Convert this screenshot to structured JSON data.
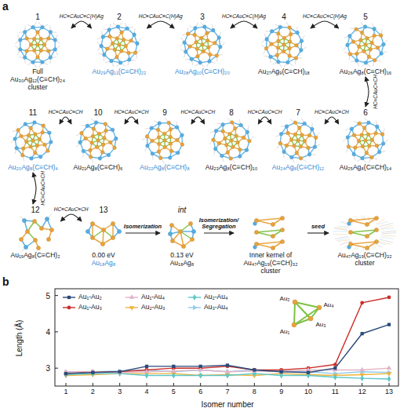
{
  "diagram": {
    "nodes": [
      {
        "text": [
          "1",
          "Full Au₃₀Ag₁₂(C≡CH)₂₄ cluster"
        ]
      },
      {
        "text": [
          "2",
          "Au₂₉Ag₁₁(C≡CH)₂₂"
        ]
      },
      {
        "text": [
          "3",
          "Au₂₈Ag₁₀(C≡CH)₂₀"
        ]
      },
      {
        "text": [
          "4",
          "Au₂₇Ag₉(C≡CH)₁₈"
        ]
      },
      {
        "text": [
          "5",
          "Au₂₆Ag₈(C≡CH)₁₆"
        ]
      },
      {
        "text": [
          "6",
          "Au₂₅Ag₈(C≡CH)₁₄"
        ]
      },
      {
        "text": [
          "7",
          "Au₂₄Ag₈(C≡CH)₁₂"
        ]
      },
      {
        "text": [
          "8",
          "Au₂₃Ag₈(C≡CH)₁₀"
        ]
      },
      {
        "text": [
          "9",
          "Au₂₂Ag₈(C≡CH)₈"
        ]
      },
      {
        "text": [
          "10",
          "Au₂₁Ag₈(C≡CH)₆"
        ]
      },
      {
        "text": [
          "11",
          "Au₂₀Ag₈(C≡CH)₄"
        ]
      },
      {
        "text": [
          "12",
          "Au₁₉Ag₈(C≡CH)₂"
        ]
      },
      {
        "text": [
          "13",
          "0.00 eV",
          "Au₁₈Ag₈"
        ]
      },
      {
        "text": [
          "int",
          "0.13 eV",
          "Au₁₈Ag₈"
        ]
      },
      {
        "text": [
          "Inner kernel of Au₄₇Ag₁₉(C≡CH)₃₂ cluster"
        ]
      },
      {
        "text": [
          "Au₄₇Ag₁₉(C≡CH)₃₂ cluster"
        ]
      }
    ],
    "edges": [
      {
        "from": 0,
        "to": 1,
        "arrow": "both",
        "label": "HC≡CAuC≡C(H)Ag"
      },
      {
        "from": 1,
        "to": 2,
        "arrow": "both",
        "label": "HC≡CAuC≡C(H)Ag"
      },
      {
        "from": 2,
        "to": 3,
        "arrow": "both",
        "label": "HC≡CAuC≡C(H)Ag"
      },
      {
        "from": 3,
        "to": 4,
        "arrow": "both",
        "label": "HC≡CAuC≡C(H)Ag"
      },
      {
        "from": 4,
        "to": 5,
        "arrow": "both",
        "label": "HC≡CAuC≡CH"
      },
      {
        "from": 5,
        "to": 6,
        "arrow": "both",
        "label": "HC≡CAuC≡CH"
      },
      {
        "from": 6,
        "to": 7,
        "arrow": "both",
        "label": "HC≡CAuC≡CH"
      },
      {
        "from": 7,
        "to": 8,
        "arrow": "both",
        "label": "HC≡CAuC≡CH"
      },
      {
        "from": 8,
        "to": 9,
        "arrow": "both",
        "label": "HC≡CAuC≡CH"
      },
      {
        "from": 9,
        "to": 10,
        "arrow": "both",
        "label": "HC≡CAuC≡CH"
      },
      {
        "from": 10,
        "to": 11,
        "arrow": "both",
        "label": "HC≡CAuC≡CH"
      },
      {
        "from": 11,
        "to": 12,
        "arrow": "both",
        "label": "HC≡CAuC≡CH"
      },
      {
        "from": 12,
        "to": 13,
        "arrow": "to",
        "label": "Isomerization"
      },
      {
        "from": 13,
        "to": 14,
        "arrow": "to",
        "label": "Isomerization/ Segregation"
      },
      {
        "from": 14,
        "to": 15,
        "arrow": "to",
        "label": "seed"
      }
    ],
    "labels": [
      "a",
      "b",
      "Length (Å)",
      "3",
      "4",
      "5",
      "1",
      "2",
      "3",
      "4",
      "5",
      "6",
      "7",
      "8",
      "9",
      "10",
      "11",
      "12",
      "13",
      "Isomer number",
      "Au₂",
      "Au₄",
      "Au₃",
      "Au₁"
    ],
    "legend": [
      {
        "text": "Au₁-Au₂"
      },
      {
        "text": "Au₁-Au₄"
      },
      {
        "text": "Au₂-Au₄"
      },
      {
        "text": "Au₁-Au₃"
      },
      {
        "text": "Au₂-Au₃"
      },
      {
        "text": "Au₃-Au₄"
      }
    ]
  }
}
